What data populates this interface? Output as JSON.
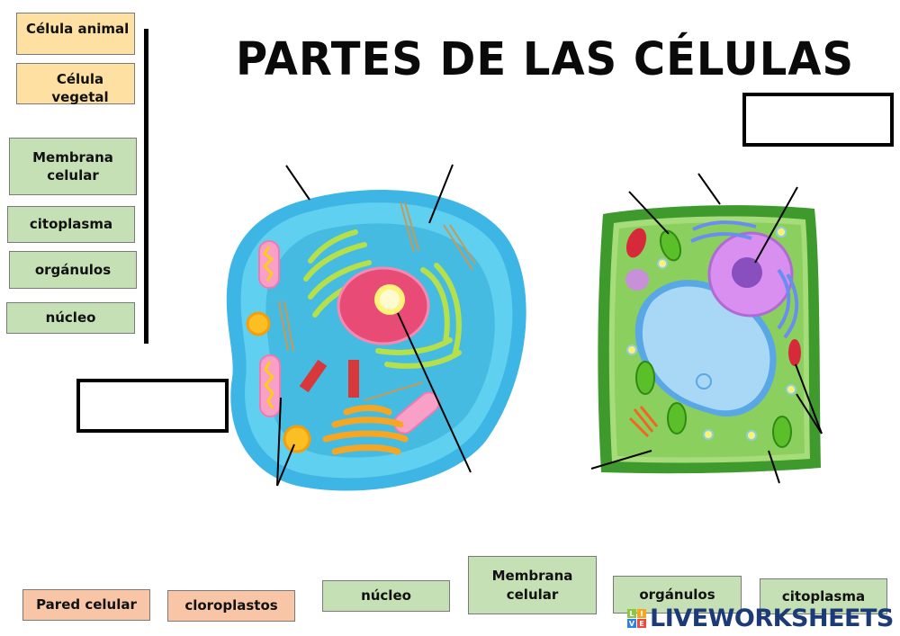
{
  "title": "PARTES DE LAS CÉLULAS",
  "left_labels": [
    {
      "text": "Célula animal"
    },
    {
      "text": "Célula vegetal"
    },
    {
      "text": "Membrana celular"
    },
    {
      "text": "citoplasma"
    },
    {
      "text": "orgánulos"
    },
    {
      "text": "núcleo"
    }
  ],
  "bottom_labels": [
    {
      "text": "Pared celular"
    },
    {
      "text": "cloroplastos"
    },
    {
      "text": "núcleo"
    },
    {
      "text": "Membrana celular"
    },
    {
      "text": "orgánulos"
    },
    {
      "text": "citoplasma"
    }
  ],
  "drop_zones": [
    {
      "id": "animal-cell-title-box"
    },
    {
      "id": "plant-cell-title-box"
    }
  ],
  "diagrams": {
    "animal_cell": "animal-cell-illustration",
    "plant_cell": "plant-cell-illustration"
  },
  "branding": {
    "logo_text": "LIVEWORKSHEETS",
    "logo_letters": [
      "L",
      "I",
      "V",
      "E"
    ],
    "logo_colors": [
      "#8dc63f",
      "#f5a623",
      "#2f80ed",
      "#e94b3c"
    ]
  },
  "colors": {
    "yellow_label": "#fde0a2",
    "green_label": "#c6e0b5",
    "salmon_label": "#f8c6a6",
    "logo_blue": "#1d3a78"
  }
}
